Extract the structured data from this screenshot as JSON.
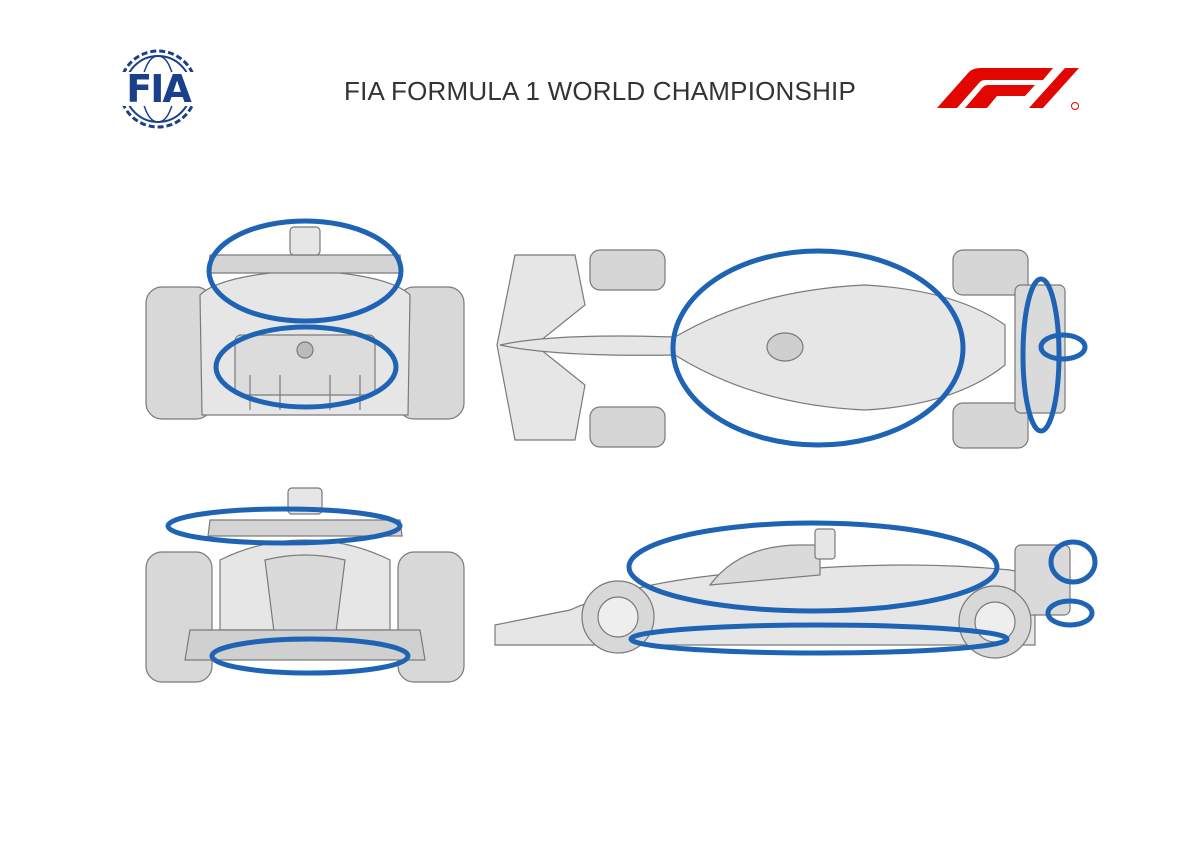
{
  "header": {
    "title": "FIA FORMULA 1 WORLD CHAMPIONSHIP",
    "fia_logo_text": "FIA",
    "f1_logo_text": "F1"
  },
  "colors": {
    "highlight": "#1f64b4",
    "car_fill": "#e6e6e6",
    "car_stroke": "#7a7a7a",
    "tyre": "#cfcfcf",
    "fia_blue": "#1b3f8b",
    "f1_red": "#e10600",
    "title_text": "#333333"
  },
  "views": [
    {
      "name": "rear",
      "highlights": 2
    },
    {
      "name": "top",
      "highlights": 3
    },
    {
      "name": "front",
      "highlights": 2
    },
    {
      "name": "side",
      "highlights": 4
    }
  ]
}
